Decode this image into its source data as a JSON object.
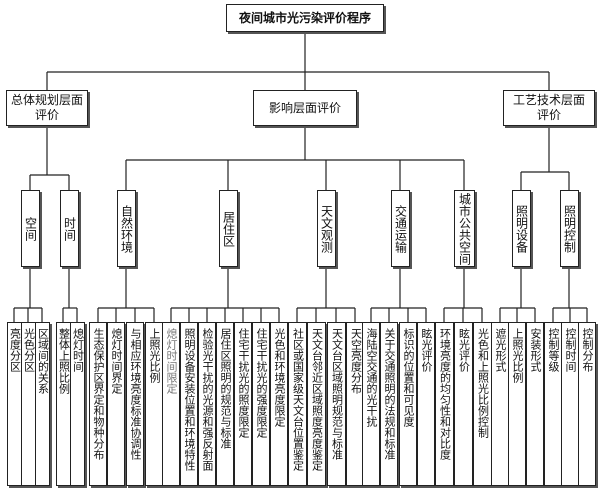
{
  "root": "夜间城市光污染评价程序",
  "level1": [
    {
      "label": "总体规划层面\n评价"
    },
    {
      "label": "影响层面评价"
    },
    {
      "label": "工艺技术层面\n评价"
    }
  ],
  "level2": [
    {
      "label": "空间"
    },
    {
      "label": "时间"
    },
    {
      "label": "自然环境"
    },
    {
      "label": "居住区"
    },
    {
      "label": "天文观测"
    },
    {
      "label": "交通运输"
    },
    {
      "label": "城市公共空间"
    },
    {
      "label": "照明设备"
    },
    {
      "label": "照明控制"
    }
  ],
  "leaves": [
    {
      "label": "亮度分区"
    },
    {
      "label": "光色分区"
    },
    {
      "label": "区域间的关系"
    },
    {
      "label": "整体上照比例"
    },
    {
      "label": "熄灯时间"
    },
    {
      "label": "生态保护区界定和物种分布"
    },
    {
      "label": "熄灯时间界定"
    },
    {
      "label": "与相应环境亮度标准协调性"
    },
    {
      "label": "上照光比例"
    },
    {
      "label": "熄灯时间限定"
    },
    {
      "label": "照明设备安装位置和环境特性"
    },
    {
      "label": "检验光干扰的光源和强反射面"
    },
    {
      "label": "居住区照明的规范与标准"
    },
    {
      "label": "住宅干扰光的照度限定"
    },
    {
      "label": "住宅干扰光的强度限定"
    },
    {
      "label": "光色和环境亮度限定"
    },
    {
      "label": "社区或国家级天文台位置鉴定"
    },
    {
      "label": "天文台邻近区域照度亮度鉴定"
    },
    {
      "label": "天文台区域照明规范与标准"
    },
    {
      "label": "天空亮度分布"
    },
    {
      "label": "海陆空交通的光干扰"
    },
    {
      "label": "关于交通照明的法规和标准"
    },
    {
      "label": "标识的位置和可见度"
    },
    {
      "label": "眩光评价"
    },
    {
      "label": "环境亮度的均匀性和对比度"
    },
    {
      "label": "眩光评价"
    },
    {
      "label": "光色和上照光比例控制"
    },
    {
      "label": "遮光形式"
    },
    {
      "label": "上照光比例"
    },
    {
      "label": "安装形式"
    },
    {
      "label": "控制等级"
    },
    {
      "label": "控制时间"
    },
    {
      "label": "控制分布"
    }
  ]
}
